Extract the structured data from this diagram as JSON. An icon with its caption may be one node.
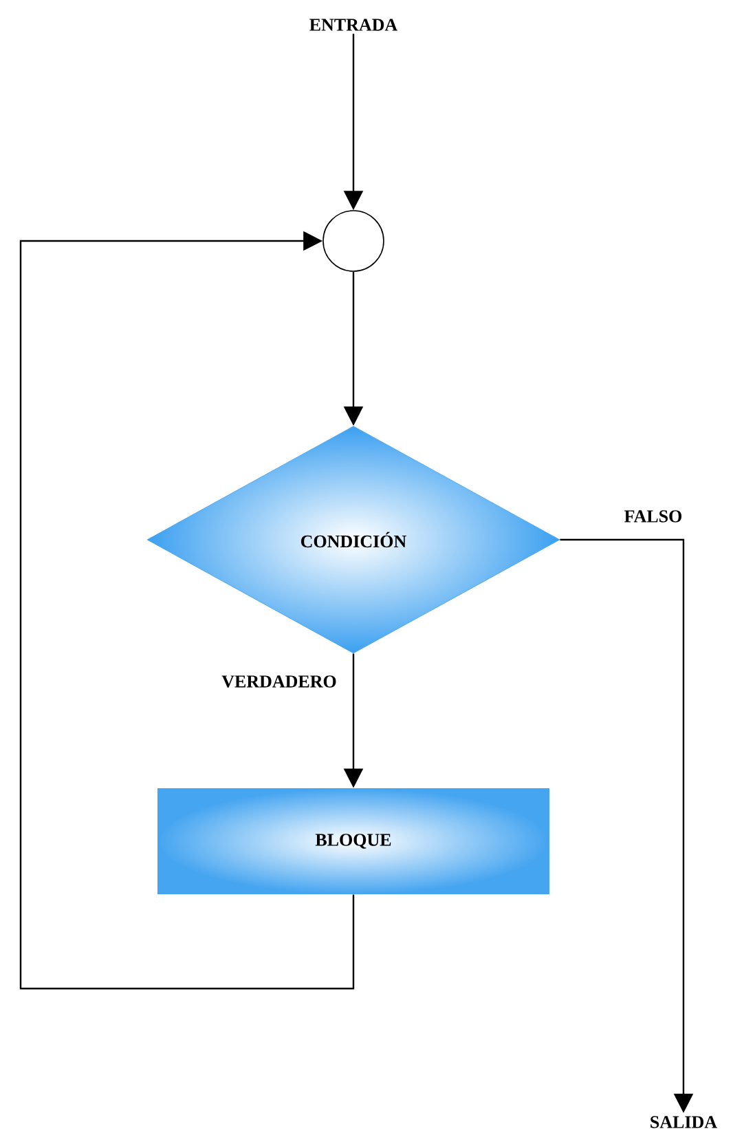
{
  "diagram": {
    "nodes": [
      {
        "text": [
          "ENTRADA"
        ]
      },
      {
        "text": [],
        "shape": "circle"
      },
      {
        "text": [
          "CONDICIÓN"
        ]
      },
      {
        "text": [
          "BLOQUE"
        ]
      },
      {
        "text": [
          "SALIDA"
        ]
      }
    ],
    "edges": [
      {
        "from": 0,
        "to": 1,
        "arrow": "to"
      },
      {
        "from": 1,
        "to": 2,
        "arrow": "to"
      },
      {
        "from": 2,
        "to": 3,
        "arrow": "to",
        "label": "VERDADERO"
      },
      {
        "from": 3,
        "to": 1,
        "arrow": "to"
      },
      {
        "from": 2,
        "to": 4,
        "arrow": "to",
        "label": "FALSO"
      }
    ]
  }
}
